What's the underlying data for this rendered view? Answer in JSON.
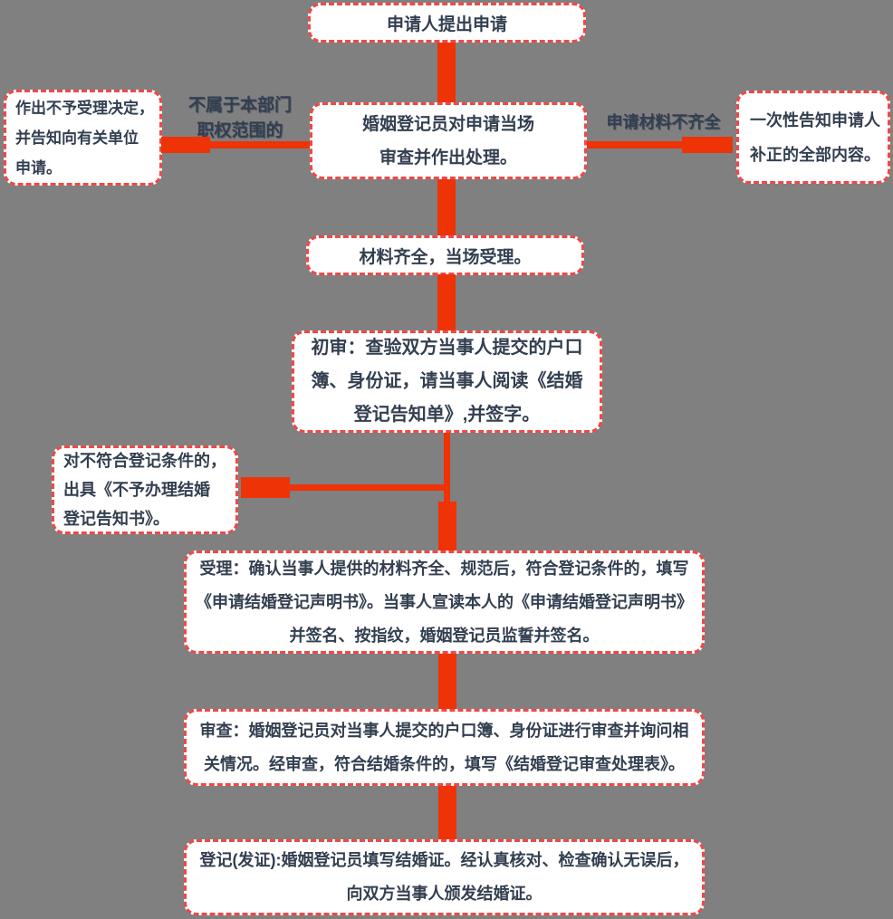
{
  "colors": {
    "background": "#808080",
    "box_fill": "#ffffff",
    "box_border": "#f04848",
    "connector": "#ee3307",
    "text": "#333f50"
  },
  "nodes": {
    "start": {
      "text": "申请人提出申请"
    },
    "onsite_review": {
      "lines": [
        "婚姻登记员对申请当场",
        "审查并作出处理。"
      ]
    },
    "not_accept": {
      "lines": [
        "作出不予受理决定，",
        "并告知向有关单位",
        "申请。"
      ]
    },
    "inform_supplement": {
      "lines": [
        "一次性告知申请人",
        "补正的全部内容。"
      ]
    },
    "materials_complete": {
      "text": "材料齐全，当场受理。"
    },
    "preliminary_review": {
      "lines": [
        "初审：查验双方当事人提交的户口",
        "簿、身份证，请当事人阅读《结婚",
        "登记告知单》,并签字。"
      ]
    },
    "reject_notice": {
      "lines": [
        "对不符合登记条件的，",
        "出具《不予办理结婚",
        "登记告知书》。"
      ]
    },
    "acceptance": {
      "lines": [
        "受理：确认当事人提供的材料齐全、规范后，符合登记条件的，填写",
        "《申请结婚登记声明书》。当事人宣读本人的《申请结婚登记声明书》",
        "并签名、按指纹，婚姻登记员监誓并签名。"
      ]
    },
    "examination": {
      "lines": [
        "审查：婚姻登记员对当事人提交的户口簿、身份证进行审查并询问相",
        "关情况。经审查，符合结婚条件的，填写《结婚登记审查处理表》。"
      ]
    },
    "registration": {
      "lines": [
        "登记(发证):婚姻登记员填写结婚证。经认真核对、检查确认无误后，",
        "向双方当事人颁发结婚证。"
      ]
    }
  },
  "edge_labels": {
    "not_in_authority": {
      "lines": [
        "不属于本部门",
        "职权范围的"
      ]
    },
    "incomplete_materials": {
      "text": "申请材料不齐全"
    }
  }
}
